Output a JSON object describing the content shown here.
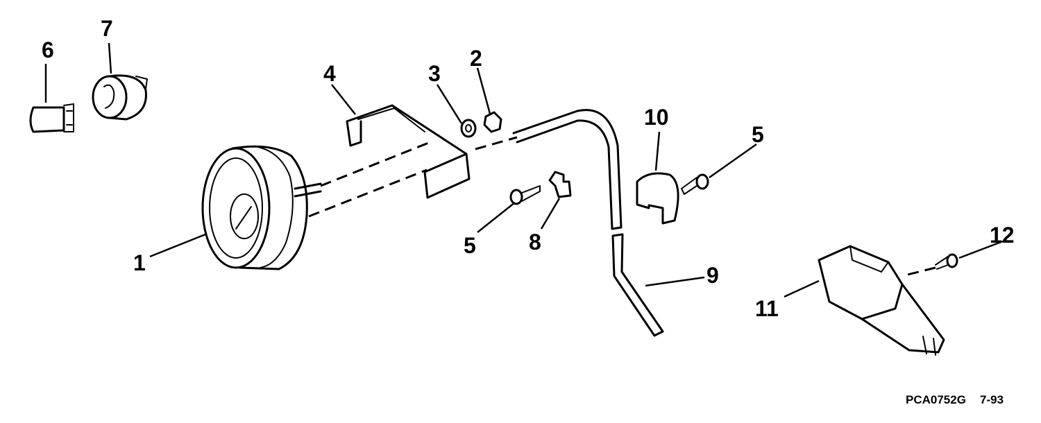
{
  "callouts": {
    "c1": "1",
    "c2": "2",
    "c3": "3",
    "c4": "4",
    "c5a": "5",
    "c5b": "5",
    "c6": "6",
    "c7": "7",
    "c8": "8",
    "c9": "9",
    "c10": "10",
    "c11": "11",
    "c12": "12"
  },
  "footer": {
    "code": "PCA0752G",
    "date": "7-93"
  }
}
